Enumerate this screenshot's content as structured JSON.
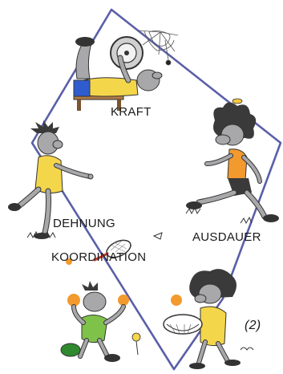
{
  "labels": {
    "kraft": "KRAFT",
    "ausdauer": "AUSDAUER",
    "dehnung": "DEHNUNG",
    "koordination": "KOORDINATION"
  },
  "source_note": "(2)",
  "colors": {
    "background": "#ffffff",
    "pentagon_line": "#5a5fa8",
    "skin": "#a8a8ab",
    "shirt_yellow": "#f4d64a",
    "shirt_orange": "#f29a2e",
    "shorts_blue": "#2f5ccf",
    "shirt_green": "#7fc24a",
    "hair": "#3a3a3a"
  },
  "figures": [
    {
      "name": "weightlifter",
      "skill": "kraft"
    },
    {
      "name": "runner",
      "skill": "ausdauer"
    },
    {
      "name": "stretcher",
      "skill": "dehnung"
    },
    {
      "name": "juggler",
      "skill": "koordination"
    },
    {
      "name": "ball-catcher",
      "skill": "koordination"
    }
  ]
}
